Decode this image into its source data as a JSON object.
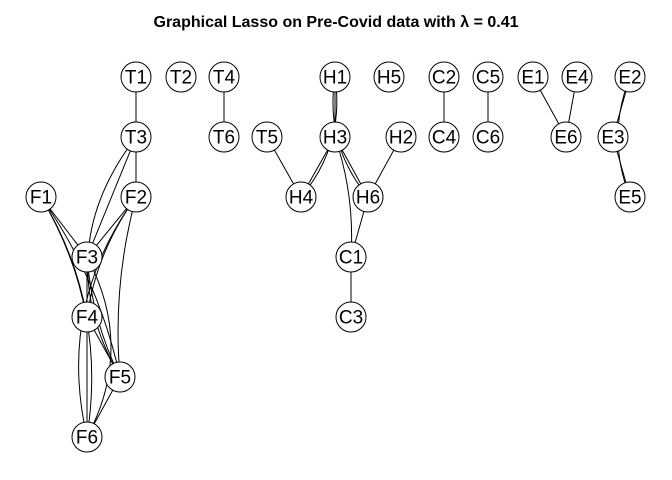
{
  "title": "Graphical Lasso on Pre-Covid data with λ =  0.41",
  "colors": {
    "background": "#ffffff",
    "stroke": "#000000",
    "node_fill": "#ffffff"
  },
  "nodes": [
    "T1",
    "T2",
    "T4",
    "H1",
    "H5",
    "C2",
    "C5",
    "E1",
    "E4",
    "E2",
    "T3",
    "T6",
    "T5",
    "H3",
    "H2",
    "C4",
    "C6",
    "E6",
    "E3",
    "F1",
    "F2",
    "H4",
    "H6",
    "E5",
    "F3",
    "C1",
    "F4",
    "C3",
    "F5",
    "F6"
  ],
  "edges": [
    [
      "T1",
      "T3"
    ],
    [
      "T4",
      "T6"
    ],
    [
      "H1",
      "H3"
    ],
    [
      "H1",
      "H4"
    ],
    [
      "H1",
      "H6"
    ],
    [
      "C2",
      "C4"
    ],
    [
      "C5",
      "C6"
    ],
    [
      "E1",
      "E6"
    ],
    [
      "E4",
      "E6"
    ],
    [
      "E2",
      "E3"
    ],
    [
      "E2",
      "E5"
    ],
    [
      "E3",
      "E5"
    ],
    [
      "T3",
      "F2"
    ],
    [
      "T3",
      "F3"
    ],
    [
      "T3",
      "F5"
    ],
    [
      "T5",
      "H4"
    ],
    [
      "H3",
      "H4"
    ],
    [
      "H3",
      "H6"
    ],
    [
      "H3",
      "C1"
    ],
    [
      "H2",
      "H6"
    ],
    [
      "H6",
      "C1"
    ],
    [
      "C1",
      "C3"
    ],
    [
      "F1",
      "F3"
    ],
    [
      "F1",
      "F4"
    ],
    [
      "F1",
      "F5"
    ],
    [
      "F1",
      "F6"
    ],
    [
      "F2",
      "F3"
    ],
    [
      "F2",
      "F4"
    ],
    [
      "F2",
      "F5"
    ],
    [
      "F2",
      "F6"
    ],
    [
      "F3",
      "F4"
    ],
    [
      "F3",
      "F5"
    ],
    [
      "F3",
      "F6"
    ],
    [
      "F4",
      "F5"
    ],
    [
      "F4",
      "F6"
    ],
    [
      "F5",
      "F6"
    ]
  ]
}
